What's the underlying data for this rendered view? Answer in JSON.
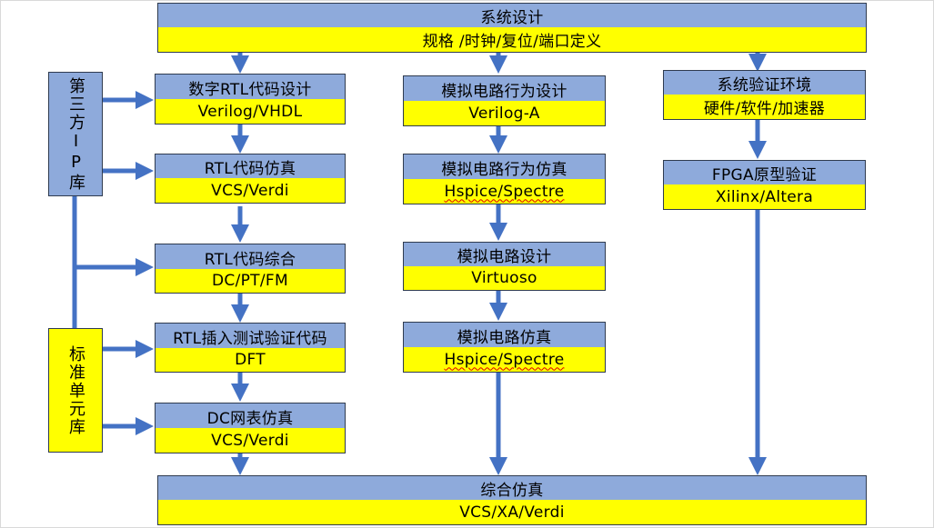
{
  "colors": {
    "header": "#8eaadb",
    "tool": "#ffff00",
    "arrow": "#4472c4",
    "border": "#2f3b4f"
  },
  "top": {
    "title": "系统设计",
    "subtitle": "规格 /时钟/复位/端口定义"
  },
  "left_column": [
    {
      "title": "数字RTL代码设计",
      "tool": "Verilog/VHDL"
    },
    {
      "title": "RTL代码仿真",
      "tool": "VCS/Verdi"
    },
    {
      "title": "RTL代码综合",
      "tool": "DC/PT/FM"
    },
    {
      "title": "RTL插入测试验证代码",
      "tool": "DFT"
    },
    {
      "title": "DC网表仿真",
      "tool": "VCS/Verdi"
    }
  ],
  "middle_column": [
    {
      "title": "模拟电路行为设计",
      "tool": "Verilog-A"
    },
    {
      "title": "模拟电路行为仿真",
      "tool": "Hspice/Spectre"
    },
    {
      "title": "模拟电路设计",
      "tool": "Virtuoso"
    },
    {
      "title": "模拟电路仿真",
      "tool": "Hspice/Spectre"
    }
  ],
  "right_column": [
    {
      "title": "系统验证环境",
      "tool": "硬件/软件/加速器"
    },
    {
      "title": "FPGA原型验证",
      "tool": "Xilinx/Altera"
    }
  ],
  "side_boxes": {
    "ip_library": "第三方IP库",
    "std_cell_library": "标准单元库"
  },
  "bottom": {
    "title": "综合仿真",
    "tool": "VCS/XA/Verdi"
  }
}
